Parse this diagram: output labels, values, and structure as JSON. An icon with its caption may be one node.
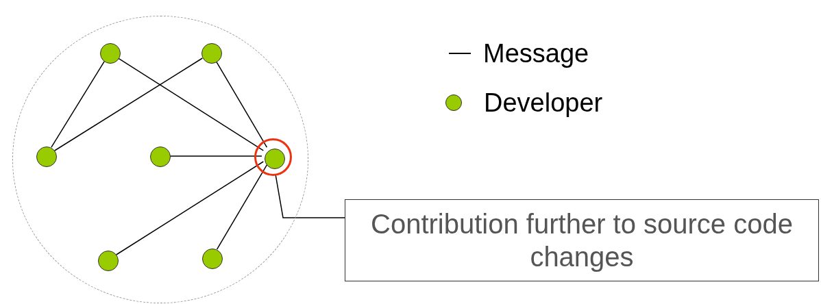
{
  "diagram": {
    "nodes": [
      {
        "text": [],
        "shape": "circle"
      },
      {
        "text": [],
        "shape": "circle",
        "in": 0
      },
      {
        "text": [],
        "shape": "circle",
        "in": 0
      },
      {
        "text": [],
        "shape": "circle",
        "in": 0
      },
      {
        "text": [],
        "shape": "circle",
        "in": 0
      },
      {
        "text": [],
        "shape": "circle",
        "in": 0
      },
      {
        "text": [],
        "shape": "circle",
        "in": 5
      },
      {
        "text": [],
        "shape": "circle",
        "in": 0
      },
      {
        "text": [],
        "shape": "circle",
        "in": 0
      },
      {
        "text": [
          "Contribution further to source code changes"
        ]
      }
    ],
    "edges": [
      {
        "from": 1,
        "to": 3,
        "arrow": "none"
      },
      {
        "from": 1,
        "to": 6,
        "arrow": "none"
      },
      {
        "from": 2,
        "to": 3,
        "arrow": "none"
      },
      {
        "from": 2,
        "to": 6,
        "arrow": "none"
      },
      {
        "from": 4,
        "to": 6,
        "arrow": "none"
      },
      {
        "from": 7,
        "to": 6,
        "arrow": "none"
      },
      {
        "from": 8,
        "to": 6,
        "arrow": "none"
      },
      {
        "from": 5,
        "to": 9,
        "arrow": "none"
      }
    ],
    "legend": [
      {
        "text": "Message"
      },
      {
        "text": "Developer"
      }
    ]
  }
}
